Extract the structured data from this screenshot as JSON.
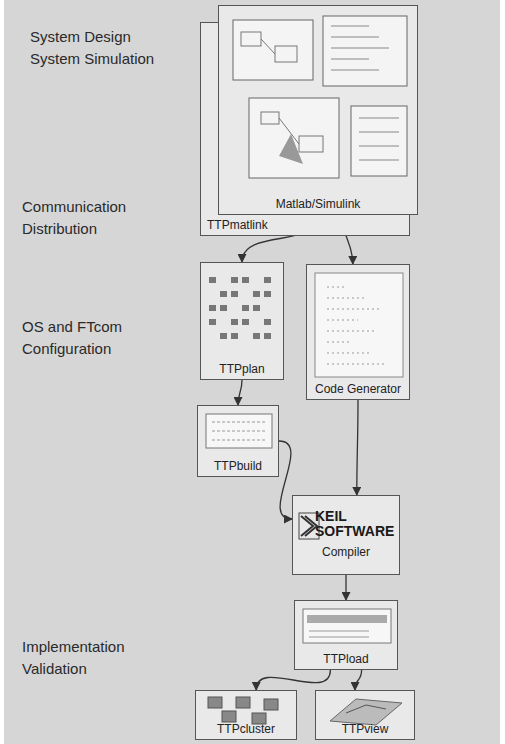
{
  "diagram": {
    "nodes": [
      {
        "text": [
          "TTPmatlink"
        ]
      },
      {
        "text": [
          "Matlab/Simulink"
        ]
      },
      {
        "text": [
          "TTPplan"
        ]
      },
      {
        "text": [
          "Code Generator"
        ]
      },
      {
        "text": [
          "TTPbuild"
        ]
      },
      {
        "text": [
          "KEIL SOFTWARE",
          "Compiler"
        ]
      },
      {
        "text": [
          "TTPload"
        ]
      },
      {
        "text": [
          "TTPcluster"
        ]
      },
      {
        "text": [
          "TTPview"
        ]
      }
    ],
    "edges": [
      {
        "from": 1,
        "to": 2,
        "arrow": "to"
      },
      {
        "from": 1,
        "to": 3,
        "arrow": "to"
      },
      {
        "from": 2,
        "to": 4,
        "arrow": "to"
      },
      {
        "from": 4,
        "to": 5,
        "arrow": "to"
      },
      {
        "from": 3,
        "to": 5,
        "arrow": "to"
      },
      {
        "from": 5,
        "to": 6,
        "arrow": "to"
      },
      {
        "from": 6,
        "to": 7,
        "arrow": "to"
      },
      {
        "from": 6,
        "to": 8,
        "arrow": "to"
      }
    ],
    "labels": [
      "System Design System Simulation",
      "Communication Distribution",
      "OS and FTcom Configuration",
      "Implementation Validation"
    ]
  }
}
